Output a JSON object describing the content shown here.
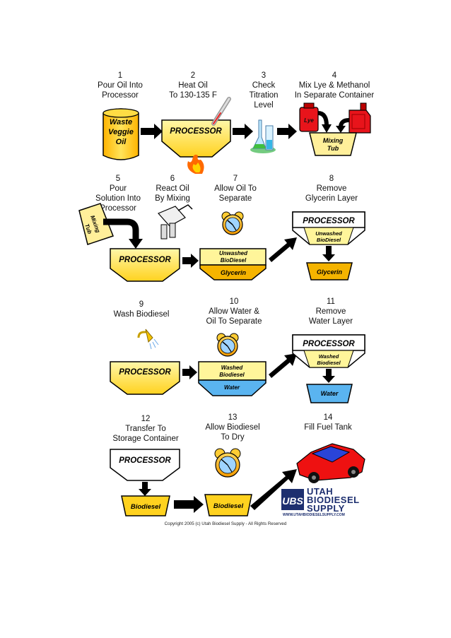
{
  "steps": [
    {
      "num": "1",
      "text": "Pour Oil Into\nProcessor"
    },
    {
      "num": "2",
      "text": "Heat Oil\nTo 130-135 F"
    },
    {
      "num": "3",
      "text": "Check\nTitration\nLevel"
    },
    {
      "num": "4",
      "text": "Mix Lye & Methanol\nIn Separate Container"
    },
    {
      "num": "5",
      "text": "Pour\nSolution Into\nProcessor"
    },
    {
      "num": "6",
      "text": "React Oil\nBy Mixing"
    },
    {
      "num": "7",
      "text": "Allow Oil To\nSeparate"
    },
    {
      "num": "8",
      "text": "Remove\nGlycerin Layer"
    },
    {
      "num": "9",
      "text": "Wash Biodiesel"
    },
    {
      "num": "10",
      "text": "Allow Water &\nOil To Separate"
    },
    {
      "num": "11",
      "text": "Remove\nWater Layer"
    },
    {
      "num": "12",
      "text": "Transfer To\nStorage Container"
    },
    {
      "num": "13",
      "text": "Allow Biodiesel\nTo Dry"
    },
    {
      "num": "14",
      "text": "Fill Fuel Tank"
    }
  ],
  "labels": {
    "waste_oil_1": "Waste",
    "waste_oil_2": "Veggie",
    "waste_oil_3": "Oil",
    "processor": "PROCESSOR",
    "lye": "Lye",
    "mixing_tub_1": "Mixing",
    "mixing_tub_2": "Tub",
    "unwashed_1": "Unwashed",
    "unwashed_2": "BioDiesel",
    "glycerin": "Glycerin",
    "washed_1": "Washed",
    "washed_2": "Biodiesel",
    "water": "Water",
    "biodiesel": "Biodiesel"
  },
  "logo": {
    "initials": "UBS",
    "line1": "UTAH",
    "line2": "BIODIESEL",
    "line3": "SUPPLY",
    "url": "WWW.UTAHBIODIESELSUPPLY.COM"
  },
  "copyright": "Copyright 2005 (c) Utah Biodiesel Supply - All Rights Reserved",
  "colors": {
    "processor_fill": "#ffd21f",
    "processor_light": "#fff59a",
    "tub_fill": "#ffef9a",
    "glycerin_fill": "#f5b400",
    "water_fill": "#5ab4f0",
    "car_red": "#ee1111",
    "logo_blue": "#1d2f6f"
  }
}
